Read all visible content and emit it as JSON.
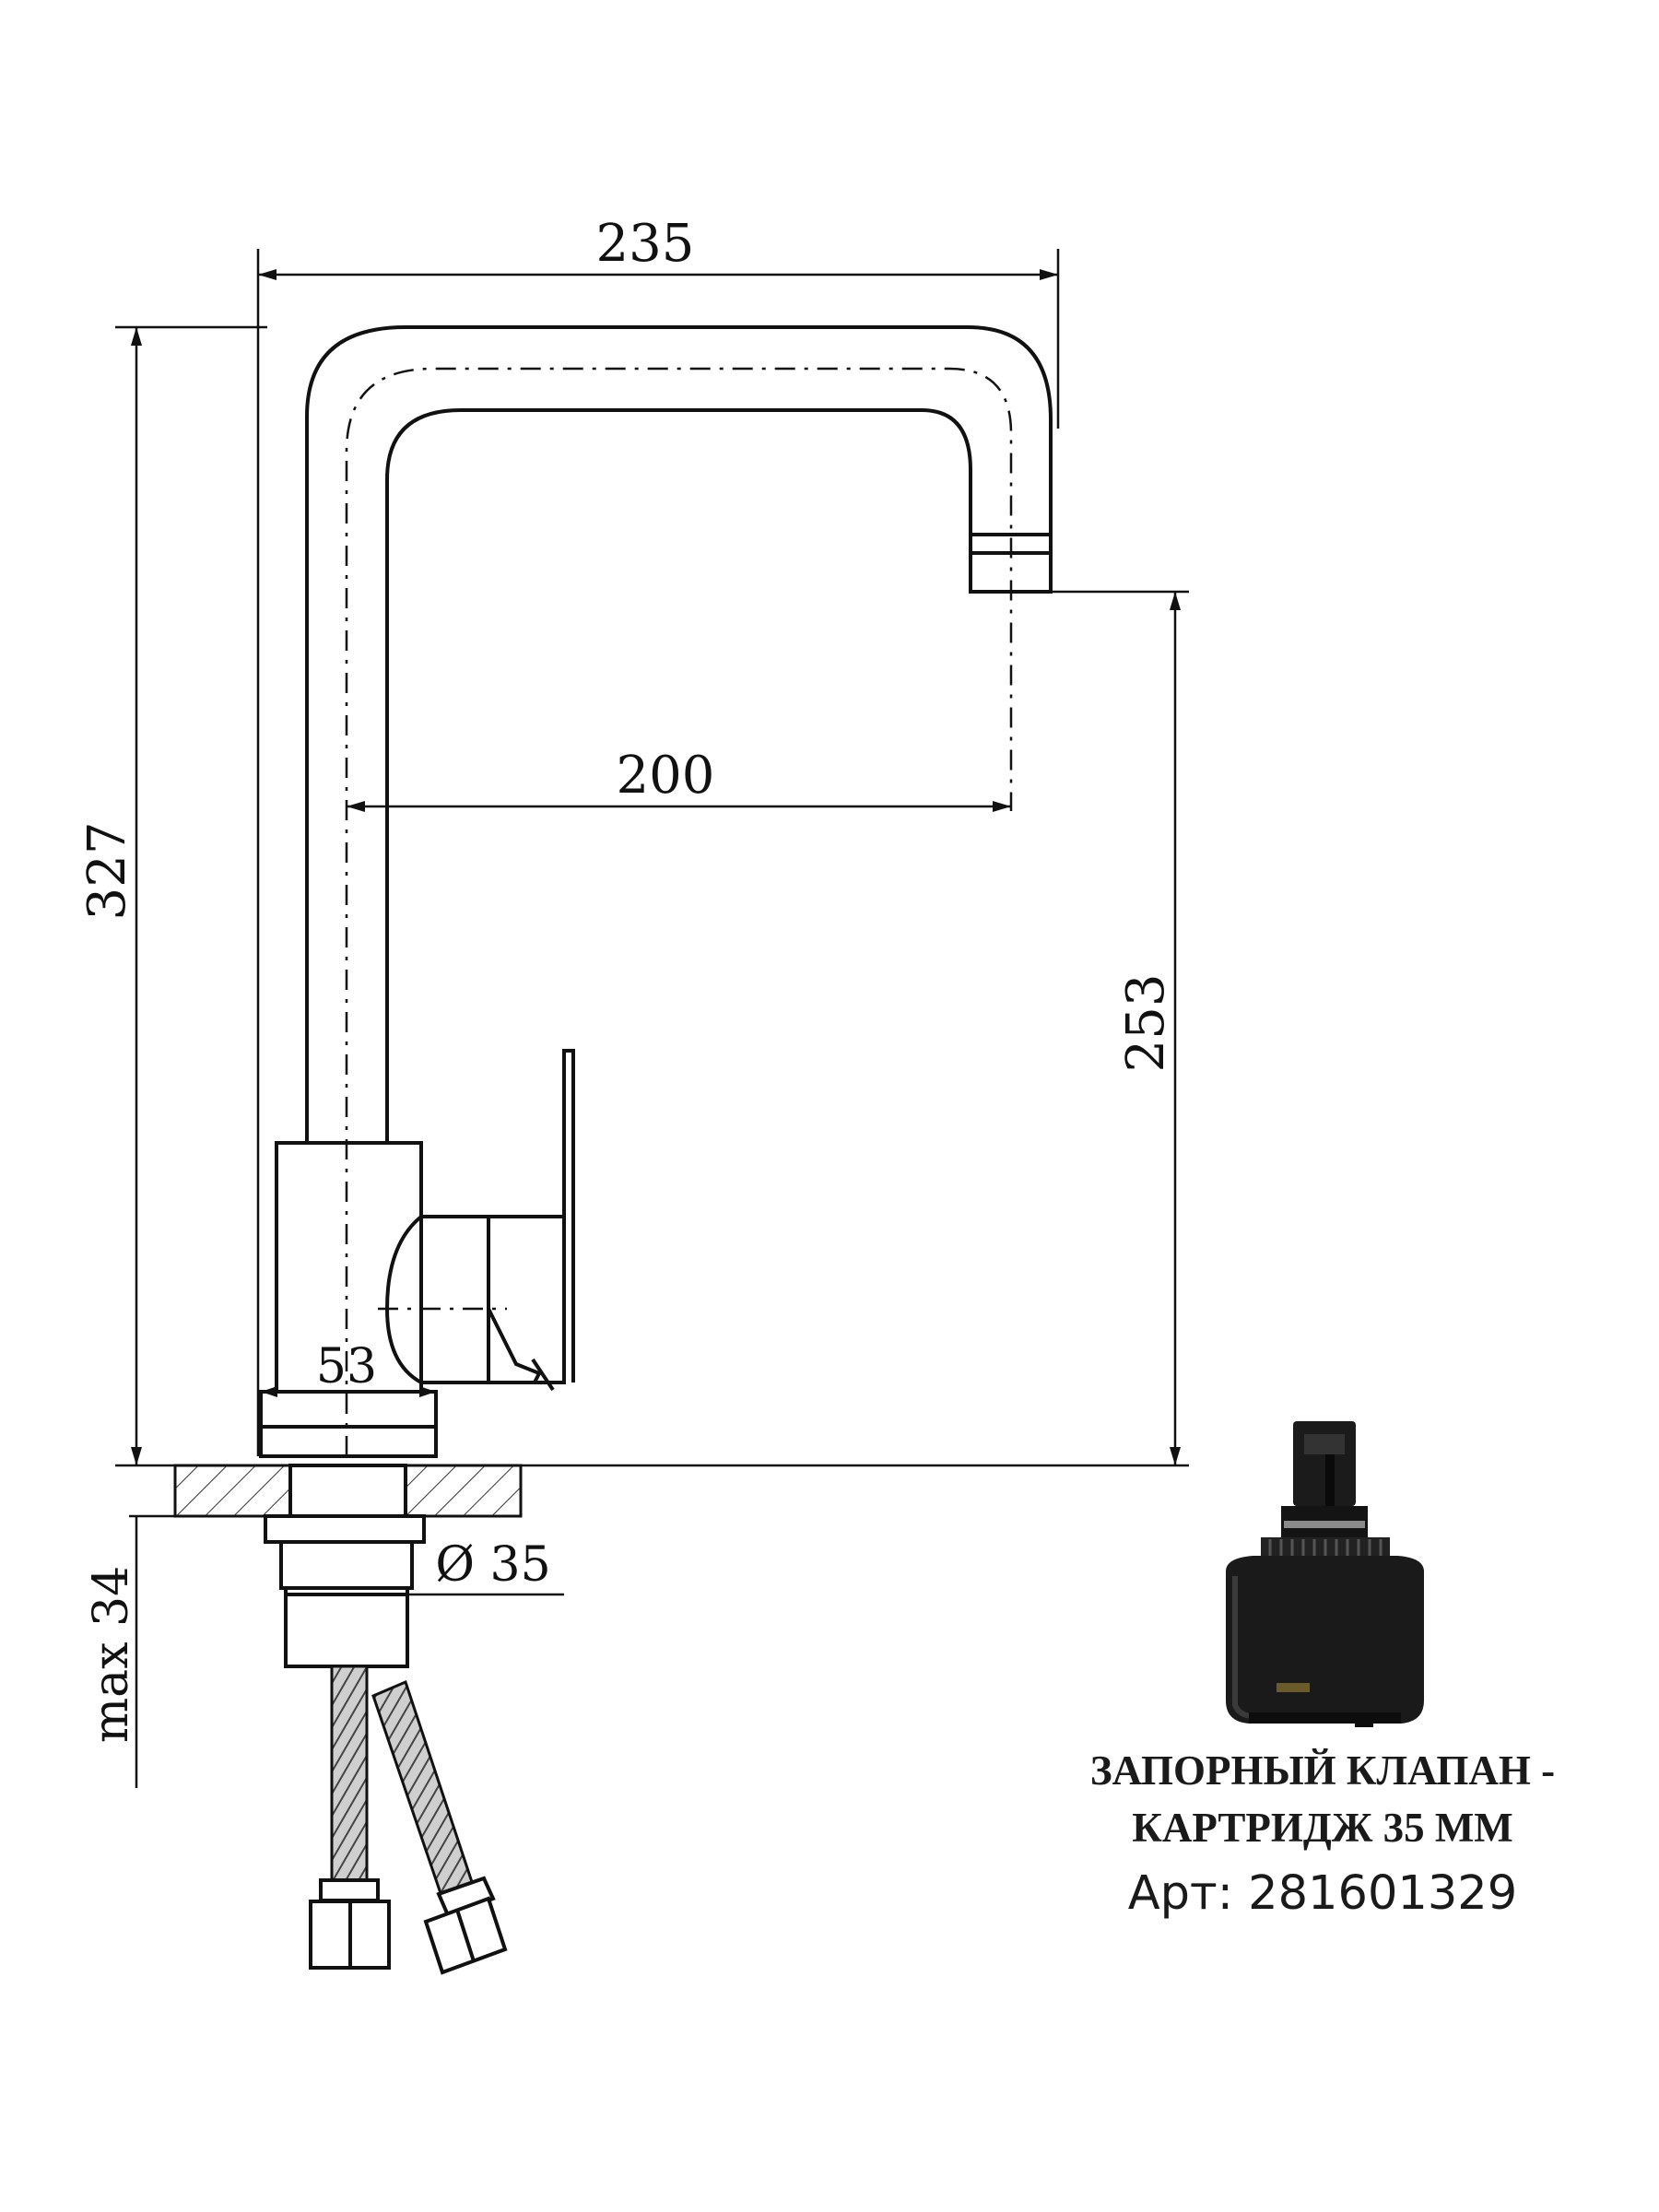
{
  "dimensions": {
    "total_width": "235",
    "spout_reach": "200",
    "total_height": "327",
    "spout_height": "253",
    "base_width": "53",
    "mount_diameter": "Ø 35",
    "max_thickness": "max 34"
  },
  "cartridge": {
    "caption_line1": "ЗАПОРНЫЙ КЛАПАН -",
    "caption_line2": "КАРТРИДЖ 35 ММ",
    "article": "Арт: 281601329"
  }
}
